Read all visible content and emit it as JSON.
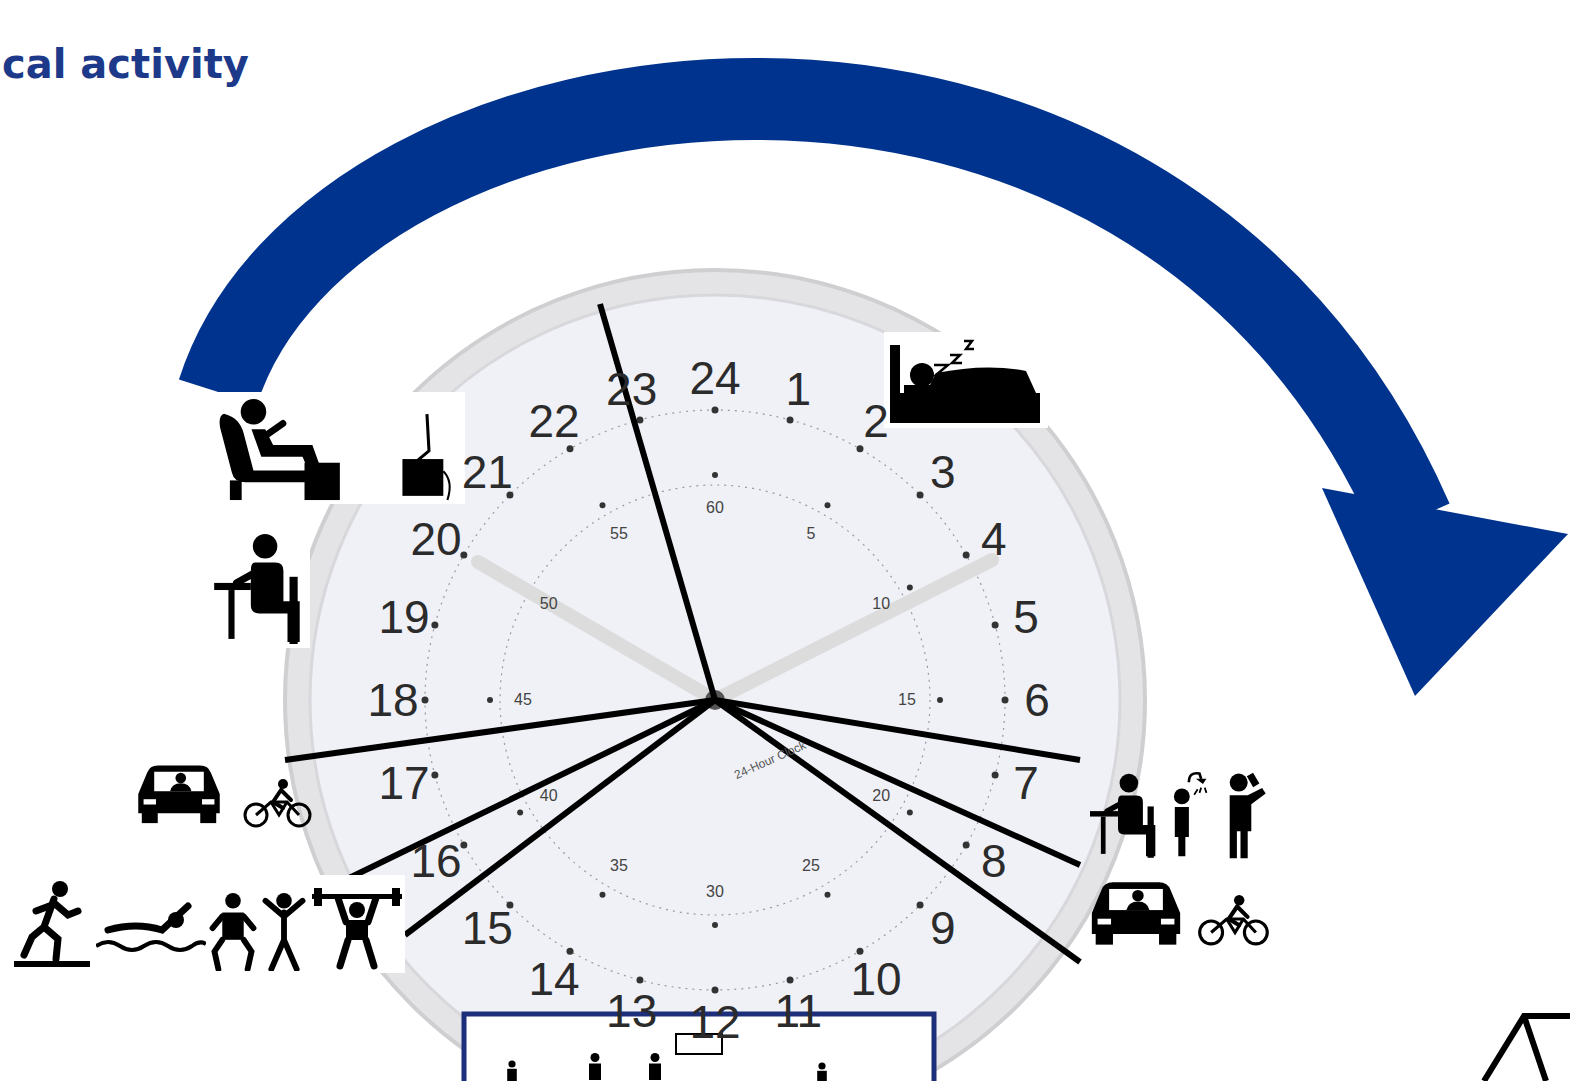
{
  "diagram": {
    "title": "cal activity",
    "labels": [
      "1",
      "2",
      "3",
      "4",
      "5",
      "6",
      "7",
      "8",
      "9",
      "10",
      "11",
      "12",
      "13",
      "14",
      "15",
      "16",
      "17",
      "18",
      "19",
      "20",
      "21",
      "22",
      "23",
      "24",
      "60",
      "5",
      "10",
      "15",
      "20",
      "25",
      "30",
      "35",
      "40",
      "45",
      "50",
      "55",
      "24-Hour Clock"
    ]
  }
}
